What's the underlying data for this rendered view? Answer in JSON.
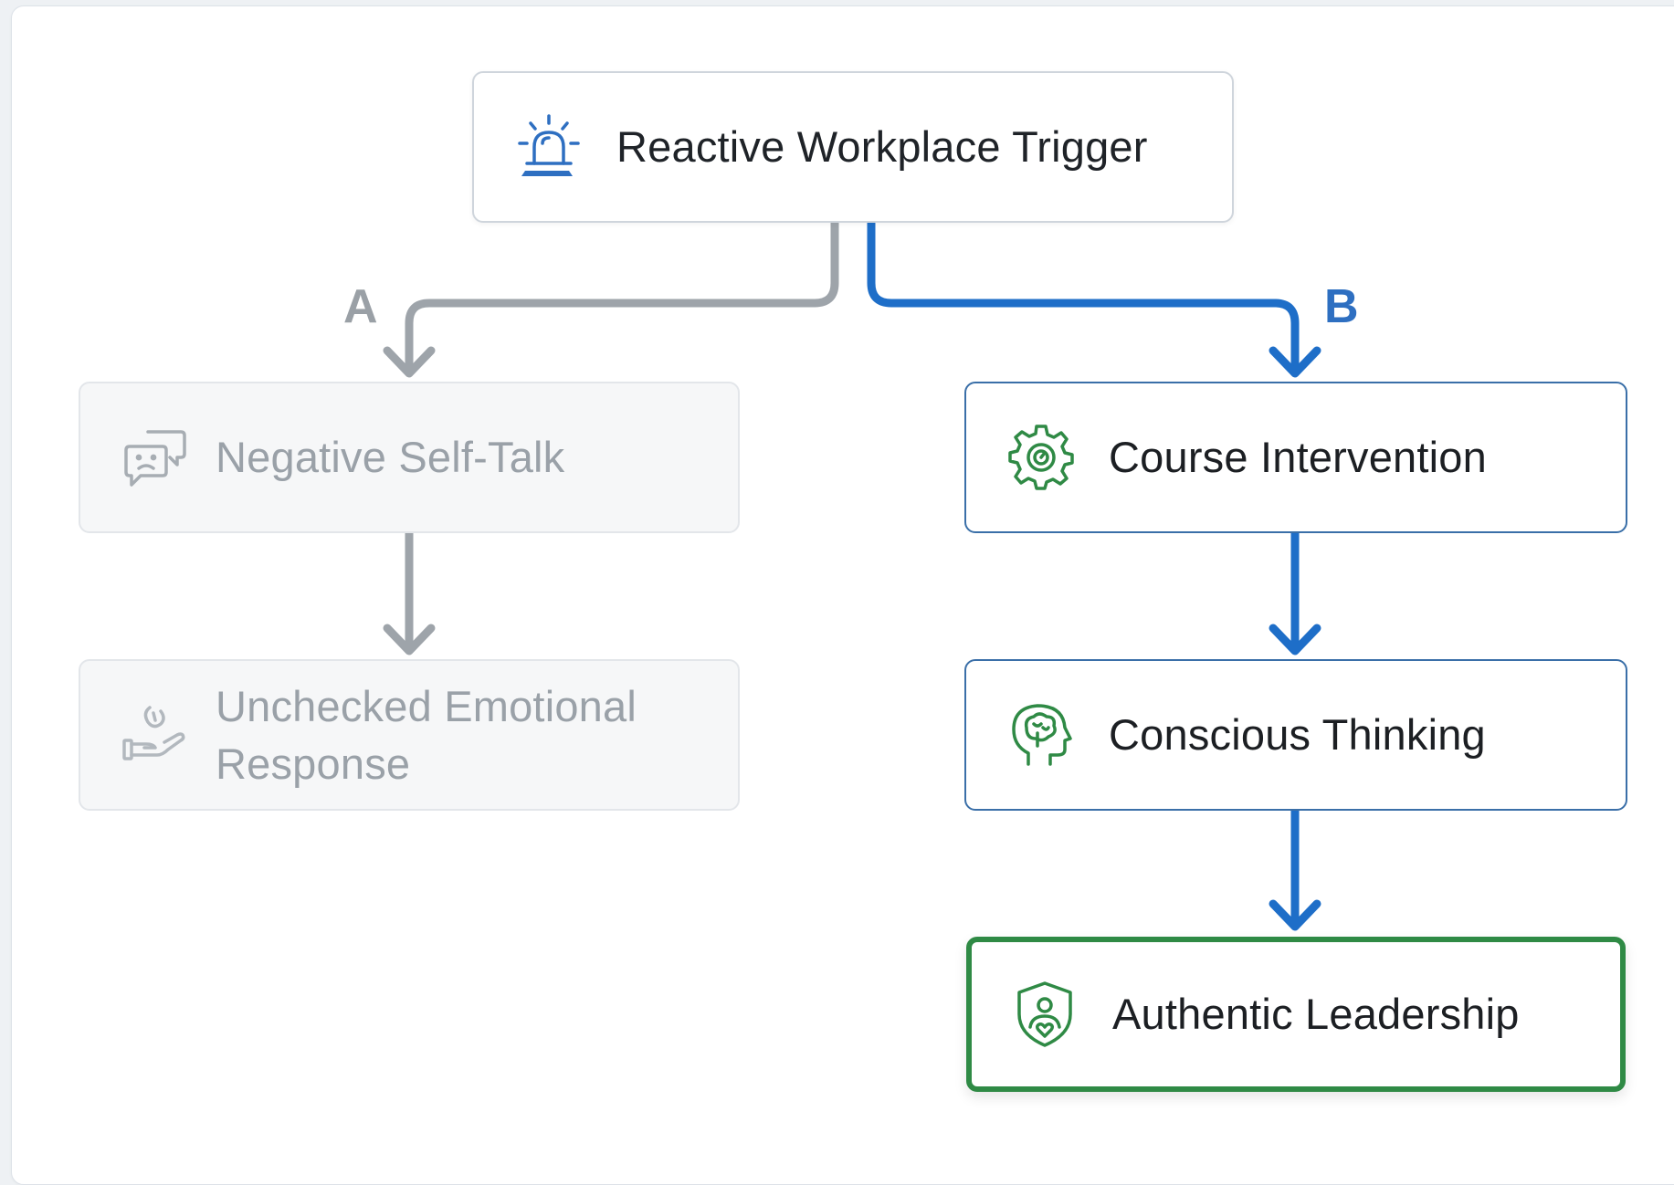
{
  "colors": {
    "muted_path": "#9ea4aa",
    "active_path": "#1e6ec8",
    "success_border": "#2f8a45",
    "icon_blue": "#2e6fc1",
    "icon_green": "#2f8a45"
  },
  "diagram": {
    "trigger": {
      "label": "Reactive Workplace Trigger",
      "icon": "alarm-bell-icon"
    },
    "branches": {
      "a_label": "A",
      "b_label": "B"
    },
    "path_a": [
      {
        "label": "Negative Self-Talk",
        "icon": "chat-bubbles-icon"
      },
      {
        "label": "Unchecked Emotional Response",
        "icon": "hand-emotion-icon"
      }
    ],
    "path_b": [
      {
        "label": "Course Intervention",
        "icon": "gear-icon"
      },
      {
        "label": "Conscious Thinking",
        "icon": "brain-head-icon"
      },
      {
        "label": "Authentic Leadership",
        "icon": "shield-person-icon"
      }
    ]
  }
}
